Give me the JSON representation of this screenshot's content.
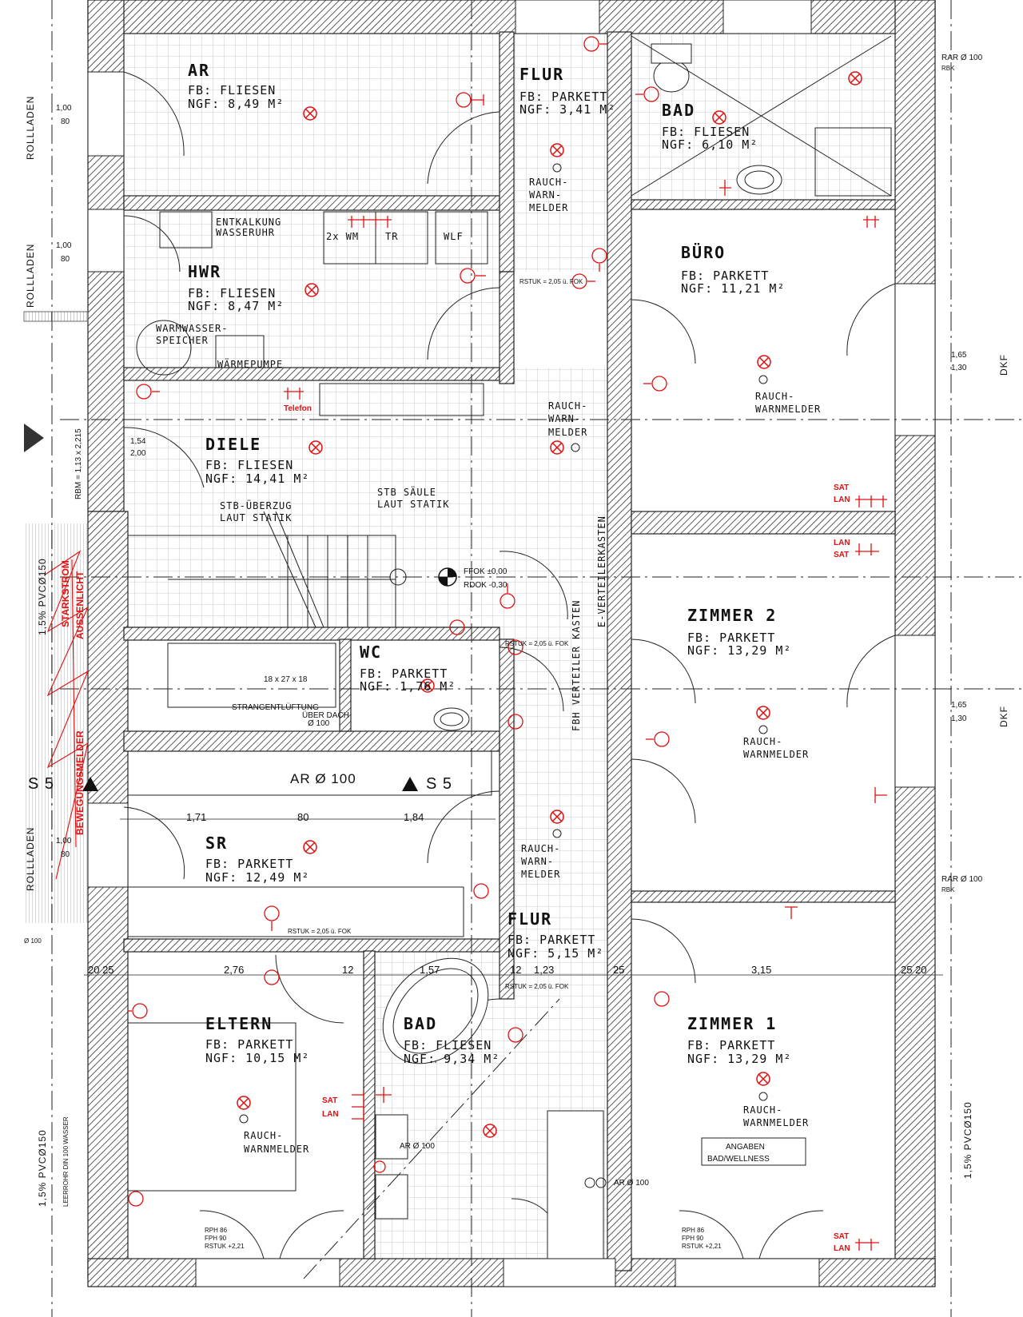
{
  "rooms": {
    "ar": {
      "name": "AR",
      "fb": "FB:  FLIESEN",
      "ngf": "NGF: 8,49 M²"
    },
    "flur_top": {
      "name": "FLUR",
      "fb": "FB:  PARKETT",
      "ngf": "NGF: 3,41 M²"
    },
    "bad_top": {
      "name": "BAD",
      "fb": "FB:  FLIESEN",
      "ngf": "NGF: 6,10 M²"
    },
    "hwr": {
      "name": "HWR",
      "fb": "FB:  FLIESEN",
      "ngf": "NGF: 8,47 M²"
    },
    "buero": {
      "name": "BÜRO",
      "fb": "FB:   PARKETT",
      "ngf": "NGF: 11,21 M²"
    },
    "diele": {
      "name": "DIELE",
      "fb": "FB:  FLIESEN",
      "ngf": "NGF: 14,41 M²"
    },
    "zimmer2": {
      "name": "ZIMMER 2",
      "fb": "FB:   PARKETT",
      "ngf": "NGF: 13,29 M²"
    },
    "wc": {
      "name": "WC",
      "fb": "FB: PARKETT",
      "ngf": "NGF: 1,76 M²"
    },
    "sr": {
      "name": "SR",
      "fb": "FB:   PARKETT",
      "ngf": "NGF: 12,49 M²"
    },
    "flur_bottom": {
      "name": "FLUR",
      "fb": "FB: PARKETT",
      "ngf": "NGF: 5,15 M²"
    },
    "eltern": {
      "name": "ELTERN",
      "fb": "FB:   PARKETT",
      "ngf": "NGF: 10,15 M²"
    },
    "bad_bottom": {
      "name": "BAD",
      "fb": "FB:  FLIESEN",
      "ngf": "NGF: 9,34 M²"
    },
    "zimmer1": {
      "name": "ZIMMER 1",
      "fb": "FB:   PARKETT",
      "ngf": "NGF: 13,29 M²"
    }
  },
  "labels": {
    "entkalkung": "ENTKALKUNG",
    "wasseruhr": "WASSERUHR",
    "wm": "2x WM",
    "tr": "TR",
    "wlf": "WLF",
    "warmwasser1": "WARMWASSER-",
    "warmwasser2": "SPEICHER",
    "waermepumpe": "WÄRMEPUMPE",
    "telefon": "Telefon",
    "stb_ueberzug1": "STB-ÜBERZUG",
    "stb_ueberzug2": "LAUT STATIK",
    "stb_saeule1": "STB SÄULE",
    "stb_saeule2": "LAUT STATIK",
    "rauch": "RAUCH-",
    "warn": "WARN-",
    "melder": "MELDER",
    "warnmelder": "WARNMELDER",
    "fok": "FFOK ±0,00",
    "rdok": "RDOK -0,30",
    "e_verteiler": "E-VERTEILERKASTEN",
    "fbh_verteiler": "FBH VERTEILER KASTEN",
    "strang1": "STRANGENTLÜFTUNG",
    "strang2": "ÜBER DACH",
    "strang3": "Ø 100",
    "ar100": "AR Ø 100",
    "s5": "S 5",
    "rstuk": "RSTUK = 2,05 ü. FOK",
    "sat": "SAT",
    "lan": "LAN",
    "angaben1": "ANGABEN",
    "angaben2": "BAD/WELLNESS",
    "rar": "RAR Ø 100",
    "rbk": "RBK",
    "rollladen": "ROLLLADEN",
    "dkf": "DKF",
    "pvc": "1,5% PVCØ150",
    "starkstrom": "STARKSTROM",
    "aussenlicht": "AUSSENLICHT",
    "bewegungsmelder": "BEWEGUNGSMELDER",
    "leerrohr": "LEERROHR DIN 100 WASSER",
    "rbm": "RBM = 1,13 x 2,215",
    "rph_block": "RPH 86",
    "fph_block": "FPH 90",
    "rstuk_block": "RSTUK +2,21",
    "ar_o100_2": "AR Ø 100",
    "ablauf": "AR Ø 100",
    "box": "18 x 27 x 18",
    "o100": "Ø 100"
  },
  "dimensions": {
    "d171": "1,71",
    "d80": "80",
    "d184": "1,84",
    "d276": "2,76",
    "d12a": "12",
    "d157": "1,57",
    "d12b": "12",
    "d123": "1,23",
    "d25a": "25",
    "d315": "3,15",
    "d2025": "20 25",
    "d2520": "25 20",
    "w100": "1,00",
    "w80": "80",
    "w154": "1,54",
    "w200": "2,00",
    "w165": "1,65",
    "w130": "1,30"
  },
  "colors": {
    "wall_hatch": "#444444",
    "annotation_red": "#e01010",
    "tile_grid": "#b8b8b8"
  }
}
